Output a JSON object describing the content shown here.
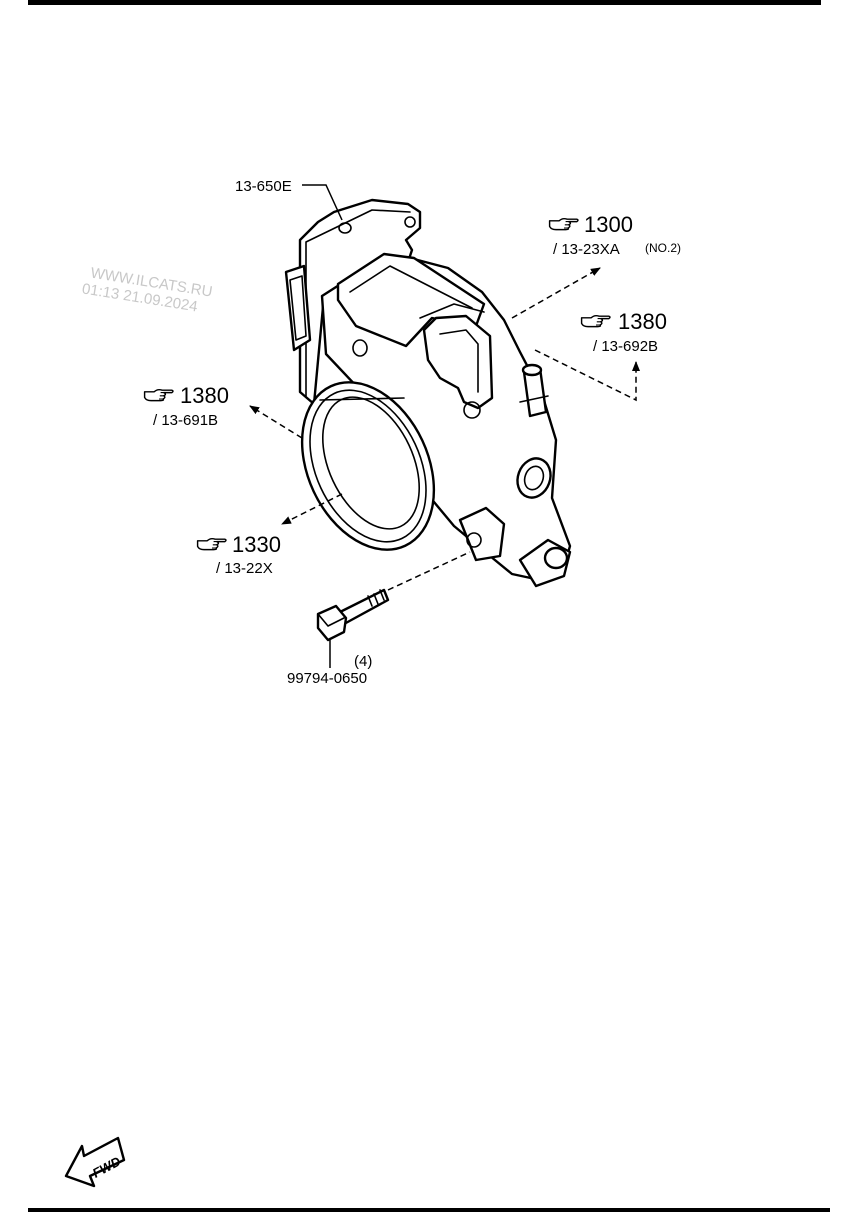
{
  "watermark": {
    "line1": "WWW.ILCATS.RU",
    "line2": "01:13 21.09.2024"
  },
  "parts": {
    "throttle_body": "13-650E",
    "bolt_number": "99794-0650",
    "bolt_qty": "(4)"
  },
  "refs": [
    {
      "group": "1300",
      "sub": "/ 13-23XA",
      "note": "(NO.2)",
      "icon": "pointing-hand-icon"
    },
    {
      "group": "1380",
      "sub": "/ 13-692B",
      "icon": "pointing-hand-icon"
    },
    {
      "group": "1380",
      "sub": "/ 13-691B",
      "icon": "pointing-hand-icon"
    },
    {
      "group": "1330",
      "sub": "/ 13-22X",
      "icon": "pointing-hand-icon"
    }
  ],
  "fwd": {
    "label": "FWD",
    "icon": "forward-arrow-icon"
  }
}
